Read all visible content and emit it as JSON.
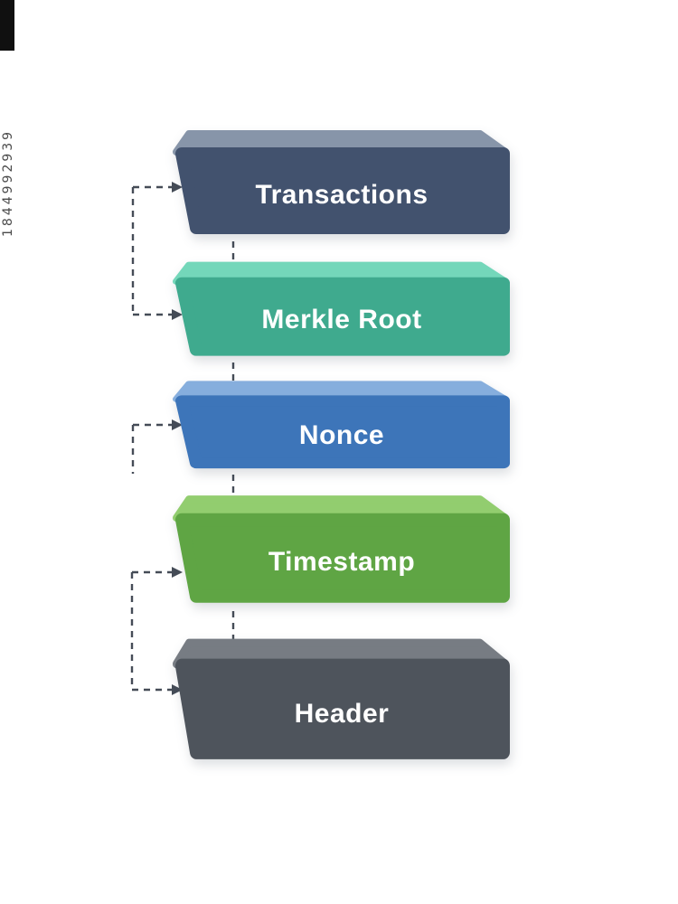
{
  "watermark": {
    "id_text": "1844992939"
  },
  "diagram": {
    "label_color": "#ffffff",
    "arrow_color": "#454c57",
    "blocks": [
      {
        "label": "Transactions",
        "top_color": "#8795a9",
        "front_color": "#42526e"
      },
      {
        "label": "Merkle Root",
        "top_color": "#74d7ba",
        "front_color": "#3faa8e"
      },
      {
        "label": "Nonce",
        "top_color": "#86aedd",
        "front_color": "#3d75b9"
      },
      {
        "label": "Timestamp",
        "top_color": "#92cd6f",
        "front_color": "#5fa544"
      },
      {
        "label": "Header",
        "top_color": "#777c83",
        "front_color": "#4e545c"
      }
    ],
    "connections": [
      {
        "from": "Transactions",
        "to": "Merkle Root",
        "style": "center-vertical-arrow"
      },
      {
        "from": "Merkle Root",
        "to": "Nonce",
        "style": "center-vertical-arrow"
      },
      {
        "from": "Nonce",
        "to": "Timestamp",
        "style": "center-vertical-arrow"
      },
      {
        "from": "Timestamp",
        "to": "Header",
        "style": "center-vertical-arrow"
      },
      {
        "from": "Transactions",
        "to": "Merkle Root",
        "style": "left-bracket-arrows"
      },
      {
        "from": "Nonce",
        "to": "",
        "style": "left-arrow-with-stub"
      },
      {
        "from": "Timestamp",
        "to": "Header",
        "style": "left-bracket-arrows"
      }
    ]
  }
}
